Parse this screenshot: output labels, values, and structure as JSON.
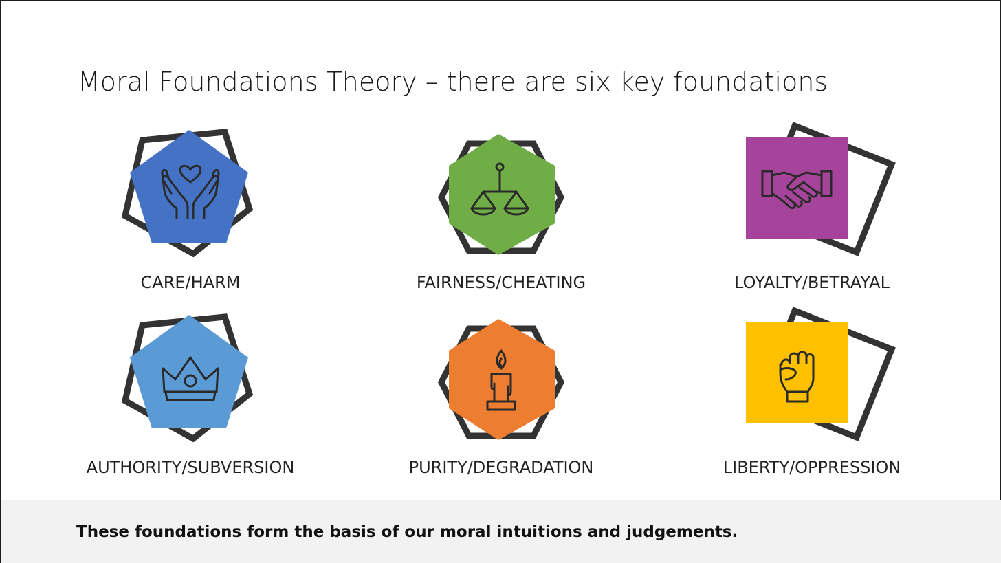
{
  "slide": {
    "title": "Moral Foundations Theory – there are six key foundations",
    "footer": "These foundations form the basis of our moral intuitions and judgements."
  },
  "foundations": [
    {
      "label": "CARE/HARM",
      "icon": "caring-hands-heart-icon",
      "color": "#4472c4"
    },
    {
      "label": "FAIRNESS/CHEATING",
      "icon": "balance-scale-icon",
      "color": "#70ad47"
    },
    {
      "label": "LOYALTY/BETRAYAL",
      "icon": "handshake-icon",
      "color": "#a5449a"
    },
    {
      "label": "AUTHORITY/SUBVERSION",
      "icon": "crown-icon",
      "color": "#5b9bd5"
    },
    {
      "label": "PURITY/DEGRADATION",
      "icon": "candle-icon",
      "color": "#ed7d31"
    },
    {
      "label": "LIBERTY/OPPRESSION",
      "icon": "raised-fist-icon",
      "color": "#ffc000"
    }
  ],
  "colors": {
    "frame": "#333333",
    "footer_bg": "#f2f2f2"
  }
}
